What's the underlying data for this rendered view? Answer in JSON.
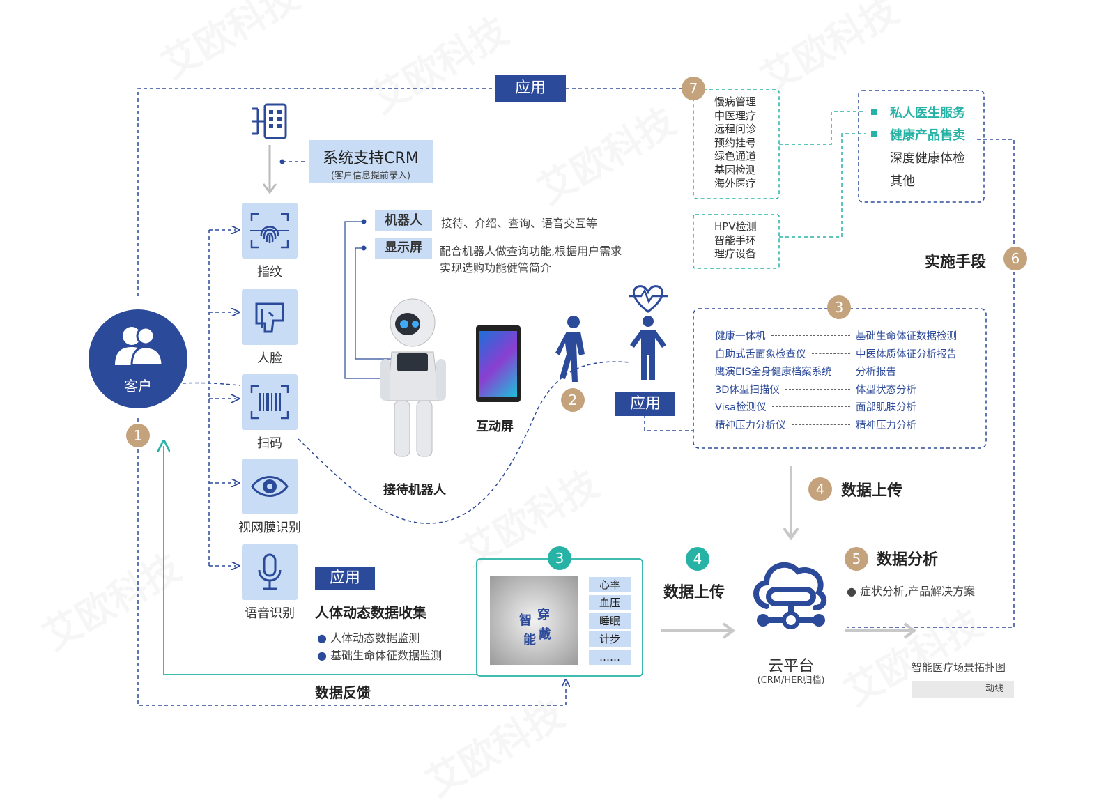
{
  "watermark": "艾欧科技",
  "top_tag": "应用",
  "customer": {
    "label": "客户",
    "step": "1"
  },
  "crm": {
    "title": "系统支持CRM",
    "subtitle": "(客户信息提前录入)"
  },
  "id_methods": [
    {
      "label": "指纹",
      "icon": "fingerprint-icon"
    },
    {
      "label": "人脸",
      "icon": "face-icon"
    },
    {
      "label": "扫码",
      "icon": "barcode-icon"
    },
    {
      "label": "视网膜识别",
      "icon": "eye-icon"
    },
    {
      "label": "语音识别",
      "icon": "microphone-icon"
    }
  ],
  "robot_info": [
    {
      "tag": "机器人",
      "desc": "接待、介绍、查询、语音交互等"
    },
    {
      "tag": "显示屏",
      "desc": "配合机器人做查询功能,根据用户需求",
      "desc2": "实现选购功能健管简介"
    }
  ],
  "robot_label": "接待机器人",
  "screen_label": "互动屏",
  "person_step": "2",
  "person_tag": "应用",
  "devices_step": "3",
  "devices": [
    {
      "name": "健康一体机",
      "result": "基础生命体征数据检测"
    },
    {
      "name": "自助式舌面象检查仪",
      "result": "中医体质体征分析报告"
    },
    {
      "name": "鹰演EIS全身健康档案系统",
      "result": "分析报告"
    },
    {
      "name": "3D体型扫描仪",
      "result": "体型状态分析"
    },
    {
      "name": "Visa检测仪",
      "result": "面部肌肤分析"
    },
    {
      "name": "精神压力分析仪",
      "result": "精神压力分析"
    }
  ],
  "services_step": "7",
  "services": [
    "慢病管理",
    "中医理疗",
    "远程问诊",
    "预约挂号",
    "绿色通道",
    "基因检测",
    "海外医疗"
  ],
  "products": [
    "HPV检测",
    "智能手环",
    "理疗设备"
  ],
  "means": {
    "highlight": [
      "私人医生服务",
      "健康产品售卖"
    ],
    "others": [
      "深度健康体检",
      "其他"
    ],
    "title": "实施手段",
    "step": "6"
  },
  "upload_right": {
    "step": "4",
    "label": "数据上传"
  },
  "upload_left": {
    "step": "4",
    "label": "数据上传"
  },
  "analysis": {
    "step": "5",
    "title": "数据分析",
    "bullet": "症状分析,产品解决方案"
  },
  "cloud": {
    "label": "云平台",
    "sub": "(CRM/HER归档)"
  },
  "dynamic": {
    "tag": "应用",
    "title": "人体动态数据收集",
    "bullets": [
      "人体动态数据监测",
      "基础生命体征数据监测"
    ]
  },
  "wearable": {
    "step": "3",
    "image_text": [
      "智",
      "能",
      "穿",
      "戴"
    ],
    "vitals": [
      "心率",
      "血压",
      "睡眠",
      "计步",
      "……"
    ]
  },
  "feedback": "数据反馈",
  "legend": {
    "title": "智能医疗场景拓扑图",
    "line_label": "动线"
  },
  "colors": {
    "navy": "#2c4a9a",
    "light_blue": "#c9dcf5",
    "teal": "#26b3a6",
    "tan": "#c4a27c"
  }
}
